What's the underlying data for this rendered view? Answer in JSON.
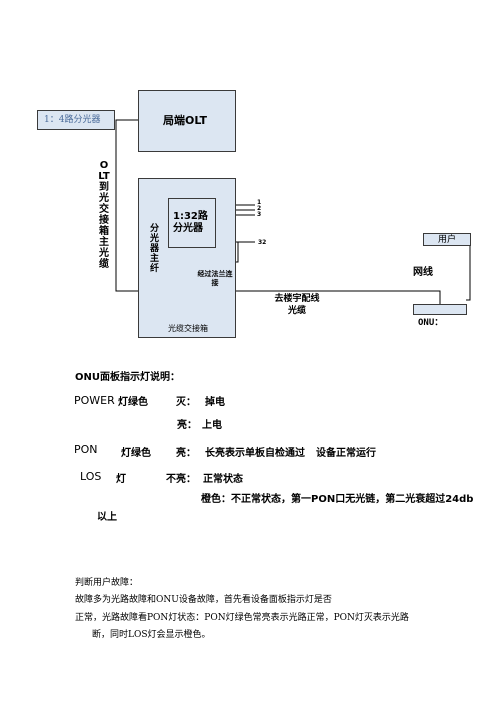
{
  "diagram": {
    "splitter_1x4": "1：4路分光器",
    "olt": "局端OLT",
    "olt_to_cabinet": "OLT到光交接箱主光缆",
    "splitter_main_fiber": "分光器主纤",
    "splitter_1x32": "1:32路分光器",
    "port_1": "1",
    "port_2": "2",
    "port_3": "3",
    "port_32": "32",
    "flange": "经过法兰连接",
    "cabinet": "光缆交接箱",
    "user": "用户",
    "network_cable": "网线",
    "to_building": "去楼宇配线光缆",
    "onu": "ONU："
  },
  "indicators": {
    "title": "ONU面板指示灯说明：",
    "power_label": "POWER",
    "power_color": "灯绿色",
    "power_off": "灭：",
    "power_off_desc": "掉电",
    "power_on": "亮：",
    "power_on_desc": "上电",
    "pon_label": "PON",
    "pon_color": "灯绿色",
    "pon_on": "亮：",
    "pon_desc": "长亮表示单板自检通过",
    "pon_desc2": "设备正常运行",
    "los_label": "LOS",
    "los_color": "灯",
    "los_off": "不亮：",
    "los_off_desc": "正常状态",
    "los_orange": "橙色：不正常状态，第一PON口无光链，第二光衰超过24db",
    "los_orange_cont": "以上"
  },
  "troubleshoot": {
    "title": "判断用户故障：",
    "line1": "故障多为光路故障和ONU设备故障，首先看设备面板指示灯是否",
    "line2": "正常，光路故障看PON灯状态：PON灯绿色常亮表示光路正常，PON灯灭表示光路",
    "line3": "断，同时LOS灯会显示橙色。"
  },
  "colors": {
    "box_fill": "#dce6f2",
    "connector_fill": "#9fd4cf",
    "splitter_text": "#4a6b9a"
  }
}
